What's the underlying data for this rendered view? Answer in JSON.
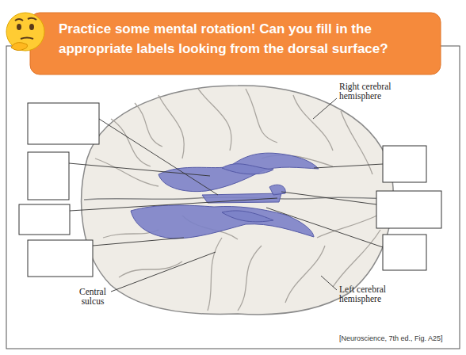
{
  "diagram": {
    "title": "Practice some mental rotation! Can you fill in the appropriate labels looking from the dorsal surface?",
    "labels": [
      "Right cerebral hemisphere",
      "Central sulcus",
      "Left cerebral hemisphere",
      "[Neuroscience, 7th ed., Fig. A25]"
    ]
  }
}
